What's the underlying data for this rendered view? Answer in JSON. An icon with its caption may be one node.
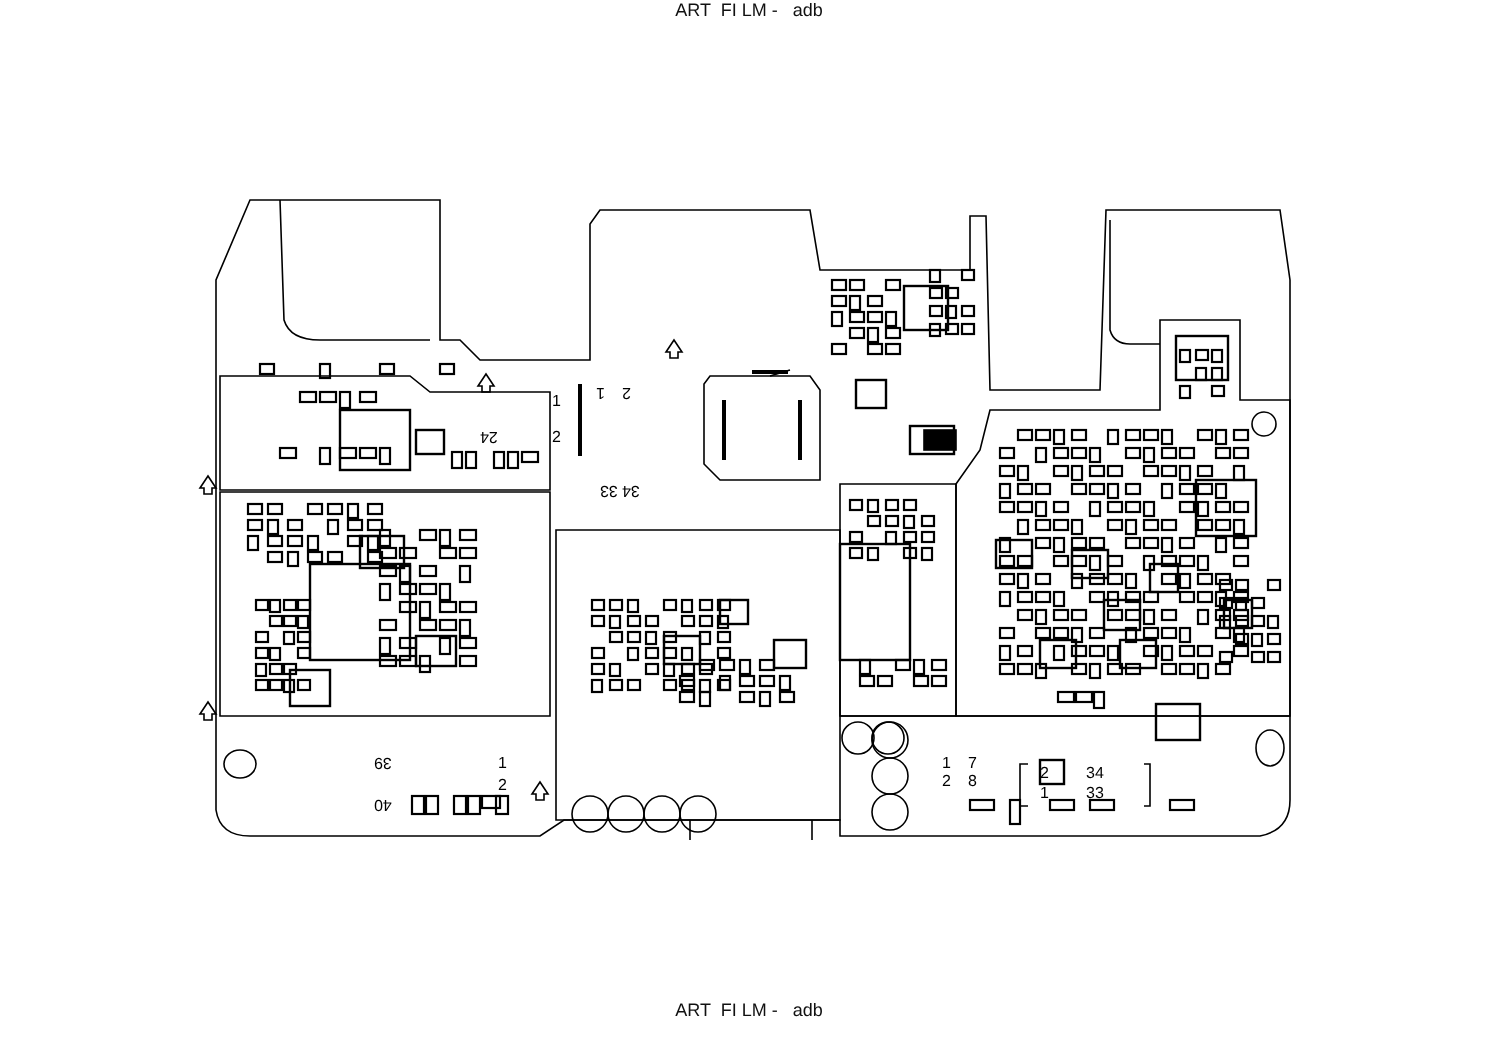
{
  "diagram": {
    "title": "ART  FI LM -   adb",
    "labels": [
      "24",
      "1",
      "2",
      "1",
      "2",
      "33",
      "34",
      "39",
      "40",
      "1",
      "2",
      "1",
      "7",
      "2",
      "8",
      "2",
      "1",
      "34",
      "33",
      "ART  FI LM -   adb"
    ]
  }
}
